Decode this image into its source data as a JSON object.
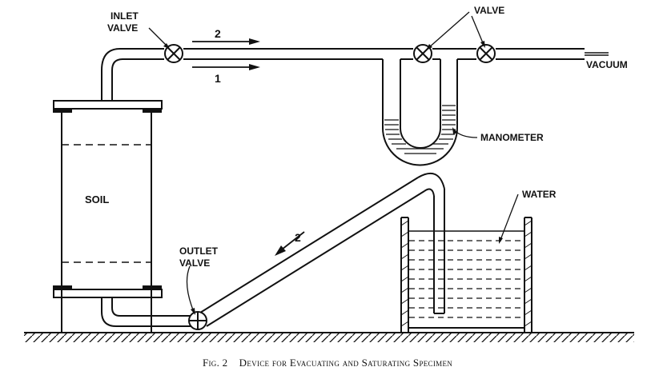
{
  "labels": {
    "inlet_valve_line1": "INLET",
    "inlet_valve_line2": "VALVE",
    "valve": "VALVE",
    "vacuum": "VACUUM",
    "manometer": "MANOMETER",
    "soil": "SOIL",
    "water": "WATER",
    "outlet_valve_line1": "OUTLET",
    "outlet_valve_line2": "VALVE",
    "flow_top_2": "2",
    "flow_top_1": "1",
    "flow_diag_2": "2"
  },
  "caption": {
    "figure": "Fig. 2",
    "title": "Device for Evacuating and Saturating Specimen"
  }
}
